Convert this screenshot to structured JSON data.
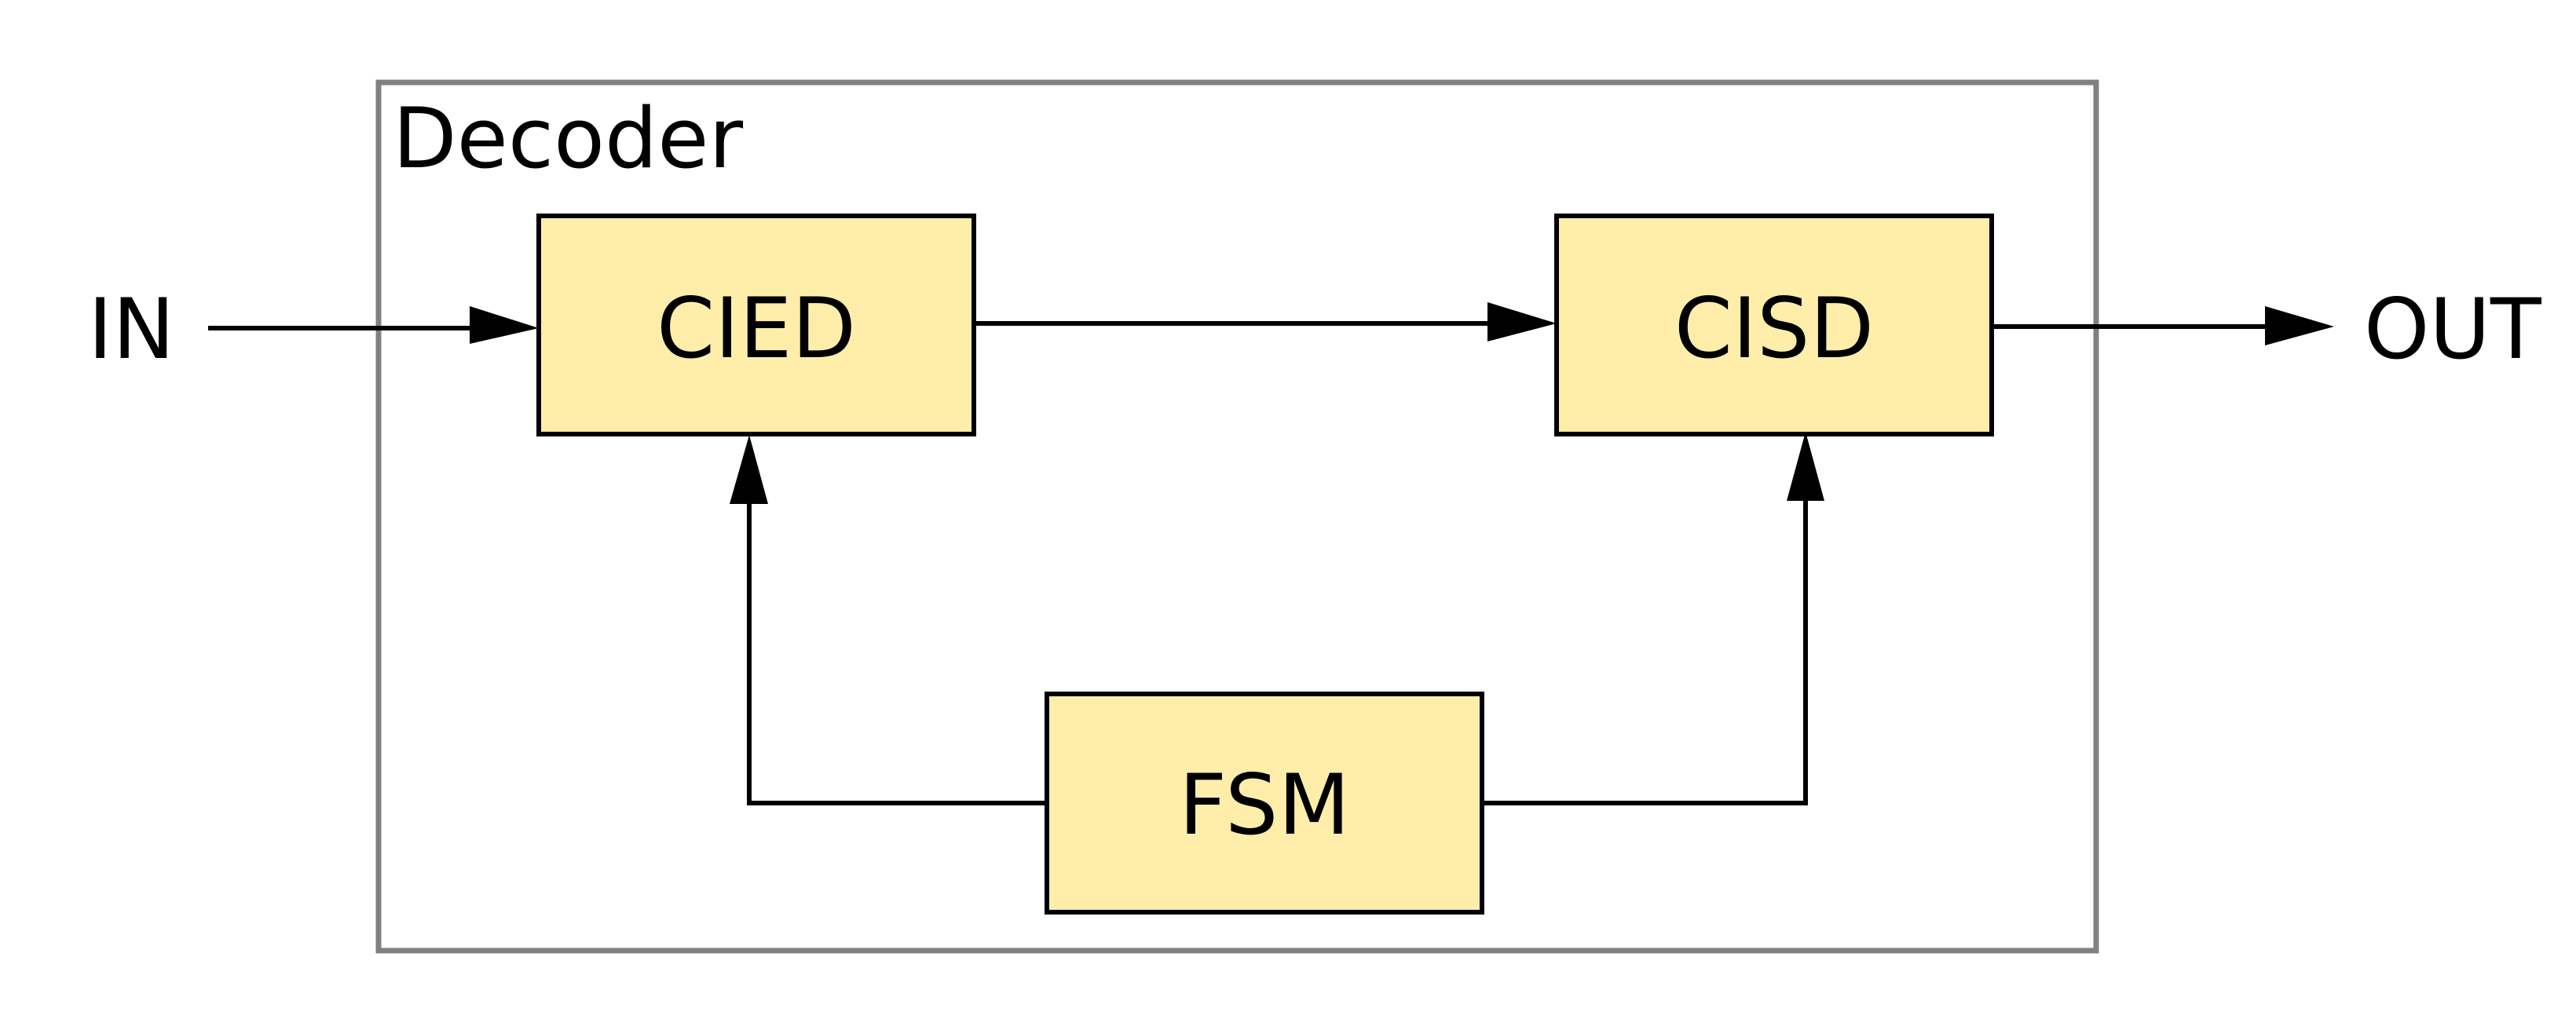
{
  "container": {
    "label": "Decoder",
    "border_color": "#808080"
  },
  "blocks": {
    "cied": {
      "label": "CIED"
    },
    "cisd": {
      "label": "CISD"
    },
    "fsm": {
      "label": "FSM"
    }
  },
  "ports": {
    "input": {
      "label": "IN"
    },
    "output": {
      "label": "OUT"
    }
  },
  "colors": {
    "block_fill": "#FFEEAA",
    "line": "#000000"
  }
}
